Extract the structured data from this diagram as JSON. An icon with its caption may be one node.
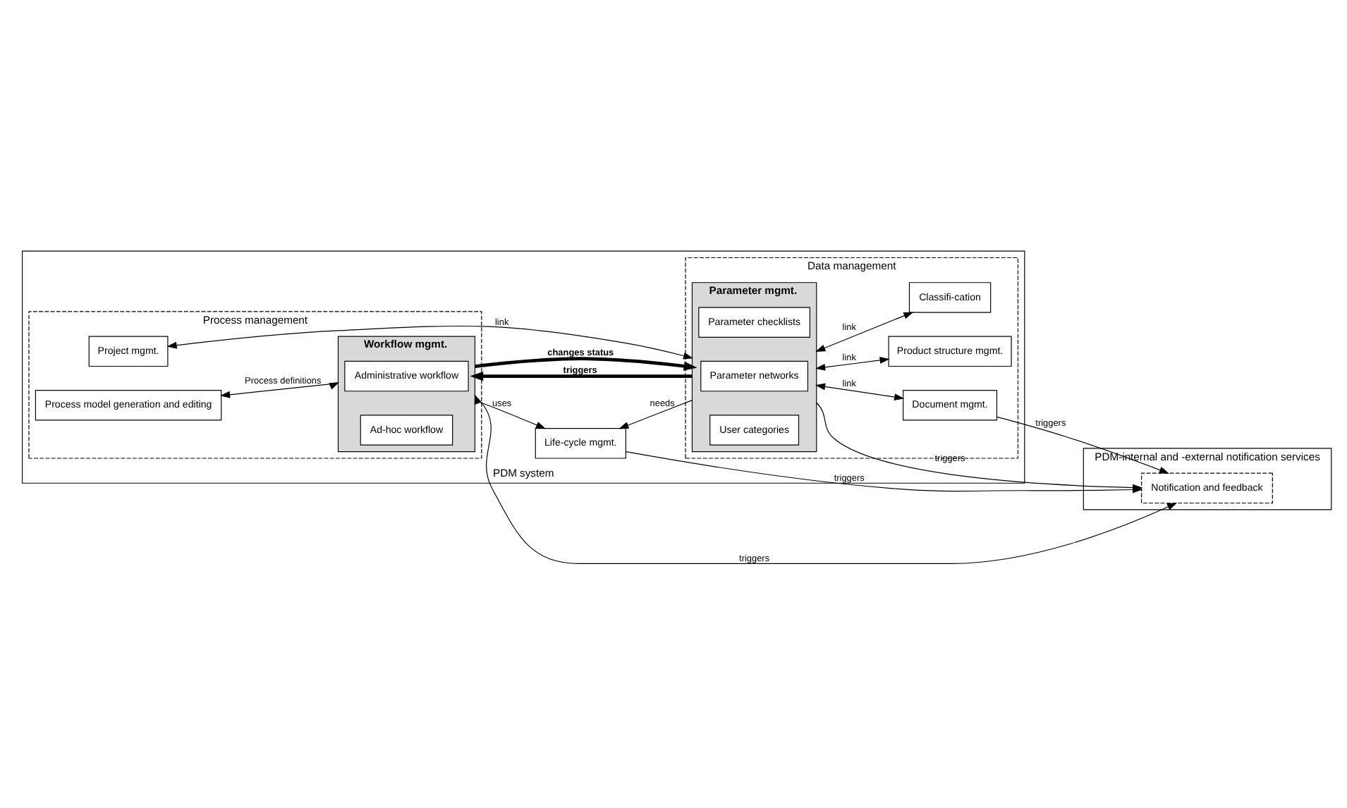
{
  "diagram": {
    "nodes": [
      {
        "text": [
          "PDM-internal and -external notification services"
        ]
      },
      {
        "text": [
          "Notification and feedback"
        ],
        "in": 0
      },
      {
        "text": [
          "PDM system"
        ]
      },
      {
        "text": [
          "Process management"
        ],
        "in": 2
      },
      {
        "text": [
          "Data management"
        ],
        "in": 2
      },
      {
        "text": [
          "Process model generation and editing"
        ],
        "in": 3
      },
      {
        "text": [
          "Workflow mgmt."
        ],
        "in": 3
      },
      {
        "text": [
          "Administrative workflow"
        ],
        "in": 6
      },
      {
        "text": [
          "Ad-hoc workflow"
        ],
        "in": 6
      },
      {
        "text": [
          "Project mgmt."
        ],
        "in": 3
      },
      {
        "text": [
          "Life-cycle mgmt."
        ],
        "in": 2
      },
      {
        "text": [
          "Parameter mgmt."
        ],
        "in": 4
      },
      {
        "text": [
          "Parameter checklists"
        ],
        "in": 11
      },
      {
        "text": [
          "Parameter networks"
        ],
        "in": 11
      },
      {
        "text": [
          "User categories"
        ],
        "in": 11
      },
      {
        "text": [
          "Document mgmt."
        ],
        "in": 4
      },
      {
        "text": [
          "Product structure mgmt."
        ],
        "in": 4
      },
      {
        "text": [
          "Classifi-cation"
        ],
        "in": 4
      }
    ],
    "edges": [
      {
        "from": 6,
        "to": 1,
        "arrow": "both",
        "label": "triggers"
      },
      {
        "from": 10,
        "to": 1,
        "arrow": "to",
        "label": "triggers"
      },
      {
        "from": 11,
        "to": 1,
        "arrow": "to",
        "label": "triggers"
      },
      {
        "from": 15,
        "to": 1,
        "arrow": "to",
        "label": "triggers"
      },
      {
        "from": 5,
        "to": 6,
        "arrow": "both",
        "label": "Process definitions"
      },
      {
        "from": 6,
        "to": 10,
        "arrow": "to",
        "label": "uses"
      },
      {
        "from": 11,
        "to": 10,
        "arrow": "to",
        "label": "needs"
      },
      {
        "from": 11,
        "to": 15,
        "arrow": "both",
        "label": "link"
      },
      {
        "from": 11,
        "to": 16,
        "arrow": "both",
        "label": "link"
      },
      {
        "from": 11,
        "to": 17,
        "arrow": "both",
        "label": "link"
      },
      {
        "from": 11,
        "to": 6,
        "arrow": "to",
        "label": "triggers",
        "style": "thick"
      },
      {
        "from": 6,
        "to": 11,
        "arrow": "to",
        "label": "changes status",
        "style": "thick"
      },
      {
        "from": 9,
        "to": 11,
        "arrow": "both",
        "label": "link"
      }
    ]
  }
}
